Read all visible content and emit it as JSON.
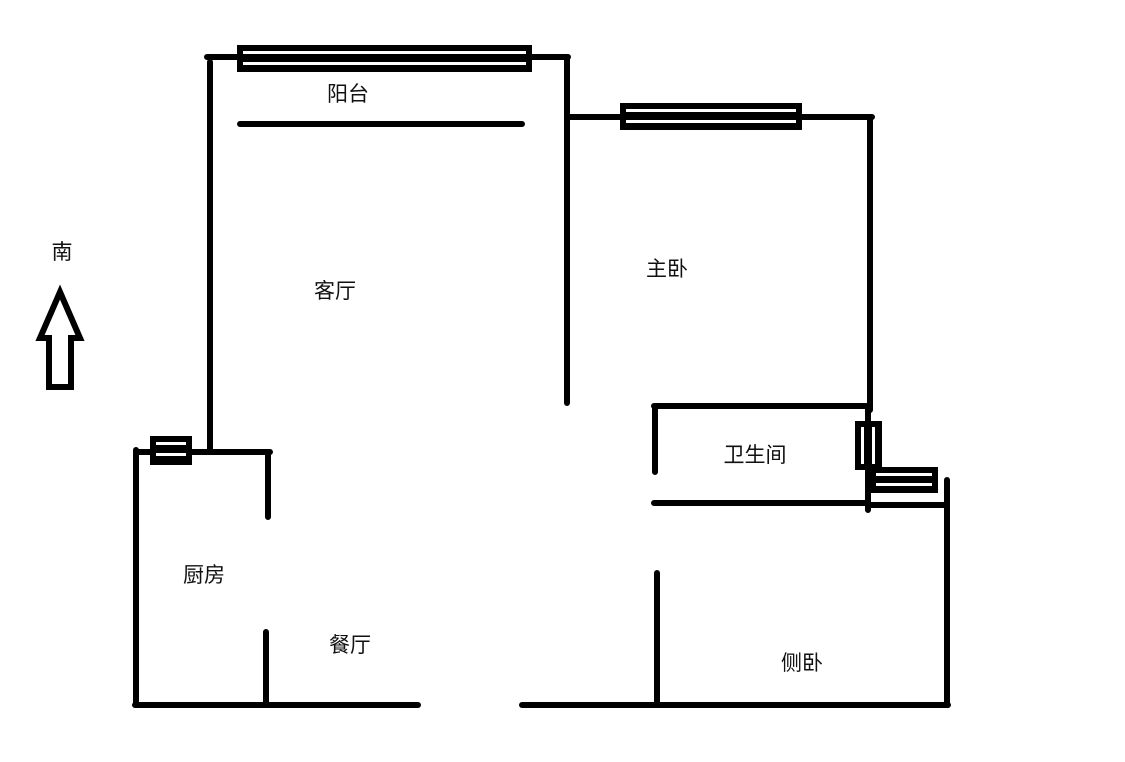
{
  "compass": {
    "label": "南",
    "icon": "arrow-up-icon"
  },
  "rooms": {
    "balcony": "阳台",
    "living_room": "客厅",
    "master_bedroom": "主卧",
    "bathroom": "卫生间",
    "kitchen": "厨房",
    "dining_room": "餐厅",
    "side_bedroom": "侧卧"
  },
  "colors": {
    "wall": "#000000",
    "background": "#ffffff"
  }
}
